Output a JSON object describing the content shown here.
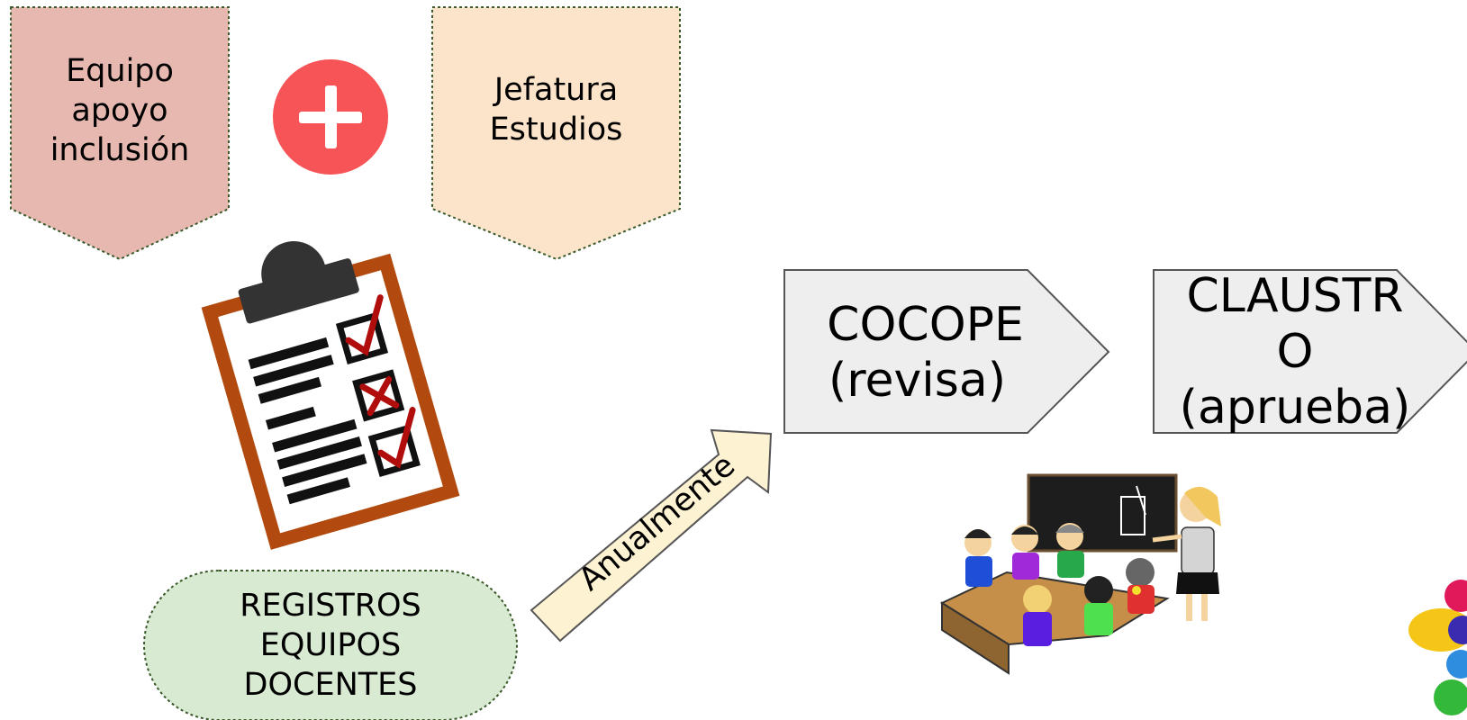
{
  "shapes": {
    "equipo": {
      "lines": [
        "Equipo",
        "apoyo",
        "inclusión"
      ]
    },
    "jefatura": {
      "lines": [
        "Jefatura",
        "Estudios"
      ]
    },
    "cocope": {
      "lines": [
        "COCOPE",
        "(revisa)"
      ]
    },
    "claustro": {
      "lines": [
        "CLAUSTR",
        "O",
        "(aprueba)"
      ]
    },
    "registros": {
      "lines": [
        "REGISTROS",
        "EQUIPOS",
        "DOCENTES"
      ]
    },
    "arrow": {
      "label": "Anualmente"
    }
  },
  "icons": {
    "plus": "plus-circle-icon",
    "checklist": "clipboard-checklist-icon",
    "classroom": "classroom-illustration",
    "partial": "colorful-figure-partial"
  },
  "colors": {
    "equipo_fill": "#e6b8b0",
    "jefatura_fill": "#fce4ca",
    "registros_fill": "#d9ead3",
    "cocope_fill": "#eeeeee",
    "arrow_fill": "#fdf2d2",
    "plus_fill": "#f75457",
    "clipboard_frame": "#b24a0f"
  }
}
